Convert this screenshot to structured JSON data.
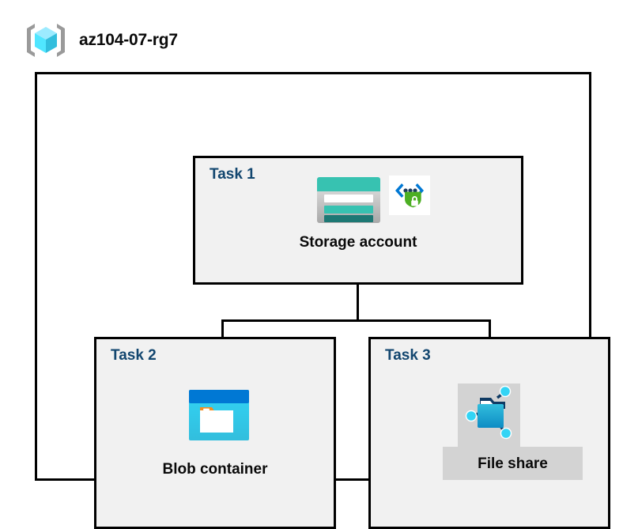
{
  "diagram": {
    "type": "azure-architecture-diagram",
    "resource_group": {
      "name": "az104-07-rg7",
      "icon": "resource-group-icon"
    },
    "colors": {
      "task_label": "#12466f",
      "box_fill": "#f1f1f1",
      "box_border": "#000000",
      "plate_gray": "#d3d3d3",
      "storage_teal": "#37c2b1",
      "storage_teal_dark": "#1d7874",
      "blob_blue": "#0078d4",
      "blob_cyan": "#32bedd",
      "folder_orange": "#f78d1e",
      "shield_green": "#4caf23",
      "bracket_blue": "#0078d4",
      "cube_cyan": "#50e6ff"
    },
    "tasks": [
      {
        "id": "task1",
        "label": "Task 1",
        "node_label": "Storage account",
        "icons": [
          "storage-account-icon",
          "security-shield-icon"
        ]
      },
      {
        "id": "task2",
        "label": "Task 2",
        "node_label": "Blob container",
        "icons": [
          "blob-container-icon"
        ]
      },
      {
        "id": "task3",
        "label": "Task 3",
        "node_label": "File share",
        "icons": [
          "file-share-icon"
        ]
      }
    ],
    "connections": [
      {
        "from": "task1",
        "to": "task2"
      },
      {
        "from": "task1",
        "to": "task3"
      }
    ]
  }
}
